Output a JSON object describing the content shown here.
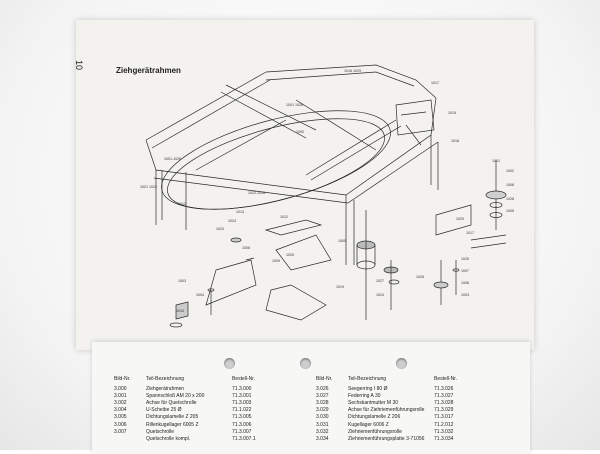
{
  "page": {
    "number": "10",
    "title": "Ziehgerätrahmen"
  },
  "drawing": {
    "labels": [
      "1016 1029",
      "1017",
      "1015",
      "1018",
      "1001 1028",
      "1000",
      "1001-1026",
      "1021 1022",
      "1022-1026",
      "1012",
      "1013",
      "1024",
      "1012",
      "1023",
      "1006",
      "1009",
      "1003",
      "1004",
      "1010",
      "1025",
      "1005",
      "1001",
      "1002",
      "1008",
      "1028",
      "1005",
      "1020",
      "1017",
      "1019",
      "1027",
      "1024",
      "1026",
      "1025",
      "1007",
      "1006",
      "1003"
    ]
  },
  "table": {
    "headers": {
      "nr": "Bild-Nr.",
      "desc": "Teil-Bezeichnung",
      "order": "Bestell-Nr."
    },
    "left": [
      {
        "nr": "3.000",
        "desc": "Ziehgerätrahmen",
        "order": "71.3.000"
      },
      {
        "nr": "3.001",
        "desc": "Spannschloß AM 20 x 200",
        "order": "71.3.001"
      },
      {
        "nr": "3.002",
        "desc": "Achse für Quetschrolle",
        "order": "71.3.003"
      },
      {
        "nr": "3.004",
        "desc": "U-Scheibe 25 Ø",
        "order": "71.1.022"
      },
      {
        "nr": "3.005",
        "desc": "Dichtungslamelle Z 205",
        "order": "71.3.005"
      },
      {
        "nr": "3.006",
        "desc": "Rillenkugellager 6005 Z",
        "order": "71.3.006"
      },
      {
        "nr": "3.007",
        "desc": "Quetschrolle",
        "order": "71.3.007"
      },
      {
        "nr": "",
        "desc": "Quetschrolle kompl.",
        "order": "71.3.007.1"
      }
    ],
    "right": [
      {
        "nr": "3.026",
        "desc": "Seegerring I 80 Ø",
        "order": "71.3.026"
      },
      {
        "nr": "3.027",
        "desc": "Federring A 30",
        "order": "71.3.027"
      },
      {
        "nr": "3.028",
        "desc": "Sechskantmutter M 30",
        "order": "71.3.028"
      },
      {
        "nr": "3.029",
        "desc": "Achse für Ziehriemenführungsrolle",
        "order": "71.3.029"
      },
      {
        "nr": "3.030",
        "desc": "Dichtungslamelle Z 206",
        "order": "71.3.017"
      },
      {
        "nr": "3.031",
        "desc": "Kugellager 6006 Z",
        "order": "71.2.012"
      },
      {
        "nr": "3.032",
        "desc": "Ziehriemenführungsrolle",
        "order": "71.3.032"
      },
      {
        "nr": "3.034",
        "desc": "Ziehriemenführungsplatte 3-71056",
        "order": "71.3.034"
      }
    ]
  },
  "colors": {
    "paper": "#f3f2ee",
    "ink": "#2a2a2a"
  }
}
